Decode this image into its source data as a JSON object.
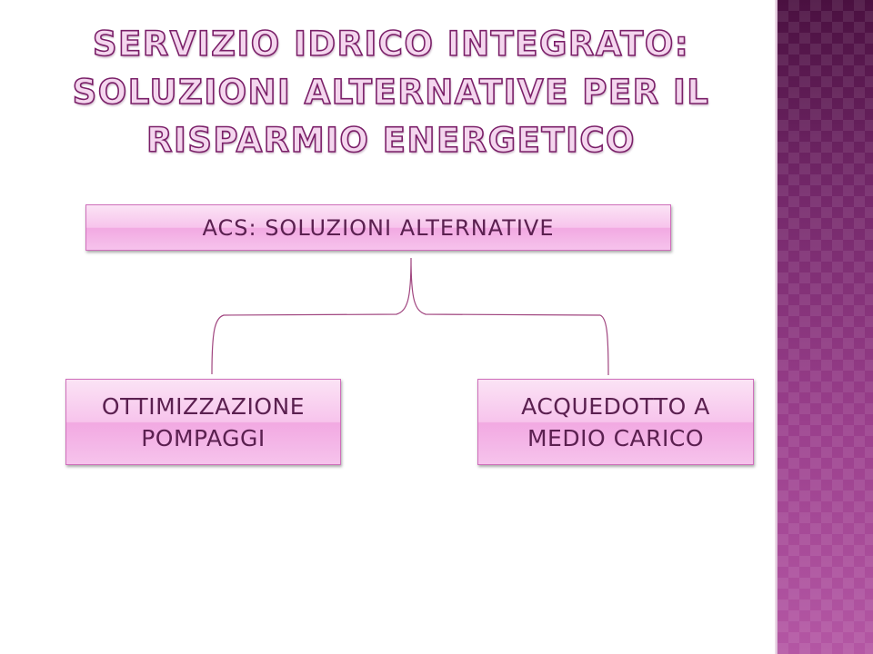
{
  "title": {
    "line1": "SERVIZIO IDRICO INTEGRATO:",
    "line2": "SOLUZIONI ALTERNATIVE PER IL",
    "line3": "RISPARMIO ENERGETICO"
  },
  "diagram": {
    "root": {
      "label": "ACS: SOLUZIONI ALTERNATIVE"
    },
    "children": [
      {
        "label": "OTTIMIZZAZIONE\nPOMPAGGI"
      },
      {
        "label": "ACQUEDOTTO A\nMEDIO CARICO"
      }
    ]
  },
  "colors": {
    "node_border": "#cf6fbb",
    "node_text": "#5b2050",
    "title_outline": "#7a1f68",
    "connector": "#a0457f",
    "strip": "#8a3a7e"
  }
}
